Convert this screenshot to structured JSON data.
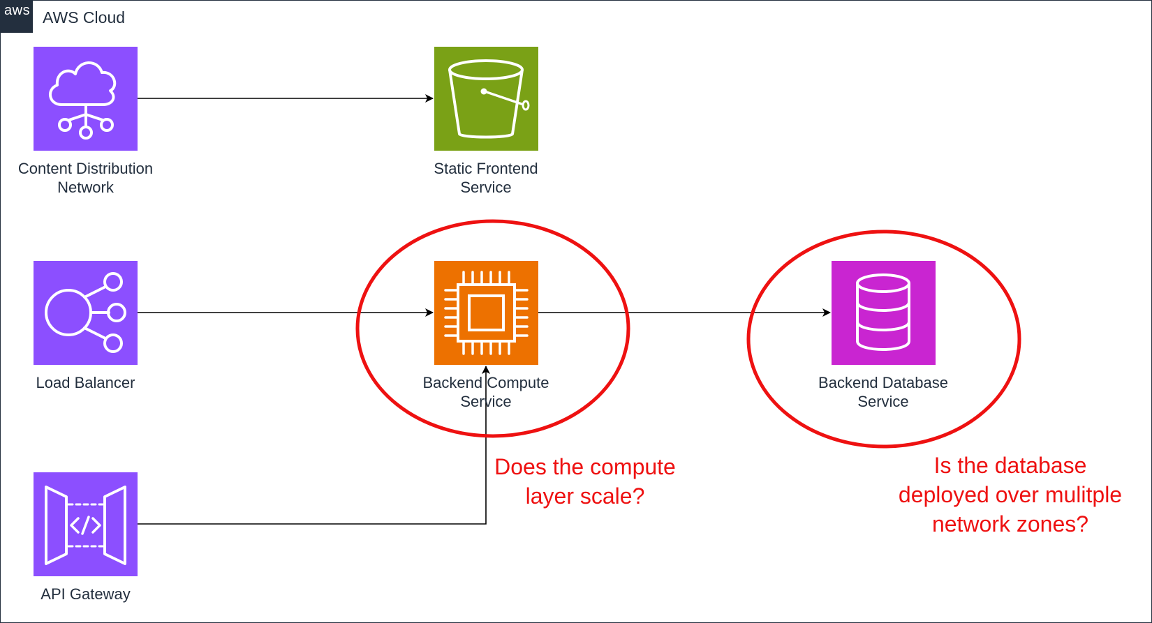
{
  "group": {
    "label": "AWS Cloud",
    "logo_text": "aws"
  },
  "nodes": {
    "cdn": {
      "label": "Content Distribution\nNetwork",
      "color": "#8c4fff"
    },
    "static_frontend": {
      "label": "Static Frontend\nService",
      "color": "#7aa116"
    },
    "load_balancer": {
      "label": "Load Balancer",
      "color": "#8c4fff"
    },
    "backend_compute": {
      "label": "Backend Compute\nService",
      "color": "#ed7100"
    },
    "backend_database": {
      "label": "Backend Database\nService",
      "color": "#c925d1"
    },
    "api_gateway": {
      "label": "API Gateway",
      "color": "#8c4fff"
    }
  },
  "annotations": {
    "compute_question": "Does the compute\nlayer scale?",
    "database_question": "Is the database\ndeployed over mulitple\nnetwork zones?",
    "highlight_color": "#ee1111"
  }
}
